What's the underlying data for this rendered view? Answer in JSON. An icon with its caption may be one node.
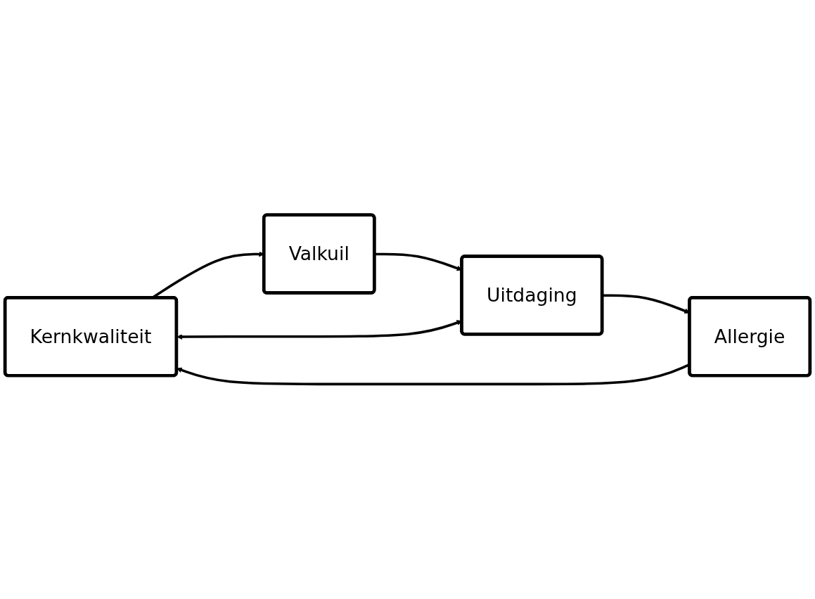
{
  "diagram": {
    "nodes": [
      {
        "text": [
          "Kernkwaliteit"
        ]
      },
      {
        "text": [
          "Valkuil"
        ]
      },
      {
        "text": [
          "Allergie"
        ]
      },
      {
        "text": [
          "Uitdaging"
        ]
      }
    ],
    "edges": [
      {
        "from": 0,
        "to": 1,
        "arrow": "to"
      },
      {
        "from": 1,
        "to": 3,
        "arrow": "to"
      },
      {
        "from": 3,
        "to": 2,
        "arrow": "to"
      },
      {
        "from": 2,
        "to": 0,
        "arrow": "to"
      },
      {
        "from": 0,
        "to": 3,
        "arrow": "both"
      }
    ]
  }
}
